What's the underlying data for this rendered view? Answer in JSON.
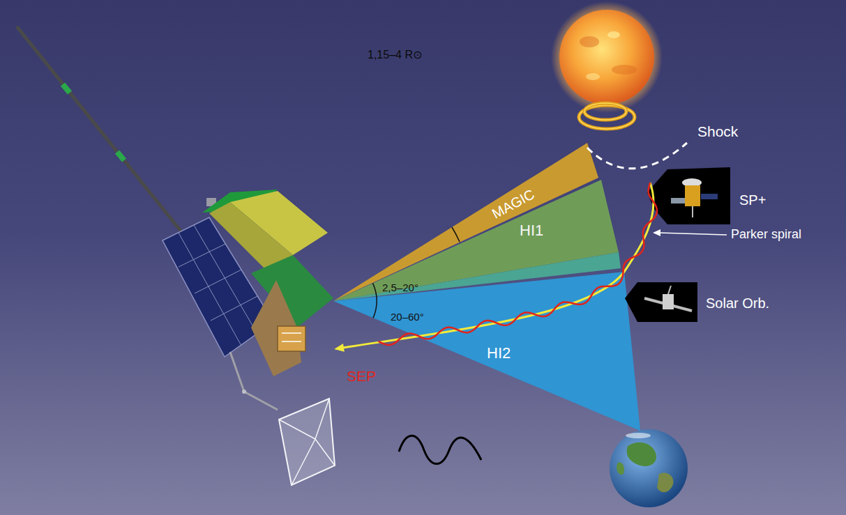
{
  "diagram": {
    "nodes": [
      {
        "text": [
          "MAGIC"
        ]
      },
      {
        "text": [
          "HI1",
          "2,5–20°"
        ]
      },
      {
        "text": [
          "HI2",
          "20–60°"
        ]
      }
    ],
    "labels": [
      "1,15–4 R⊙",
      "Shock",
      "SP+",
      "Parker spiral",
      "Solar Orb.",
      "SEP"
    ]
  }
}
